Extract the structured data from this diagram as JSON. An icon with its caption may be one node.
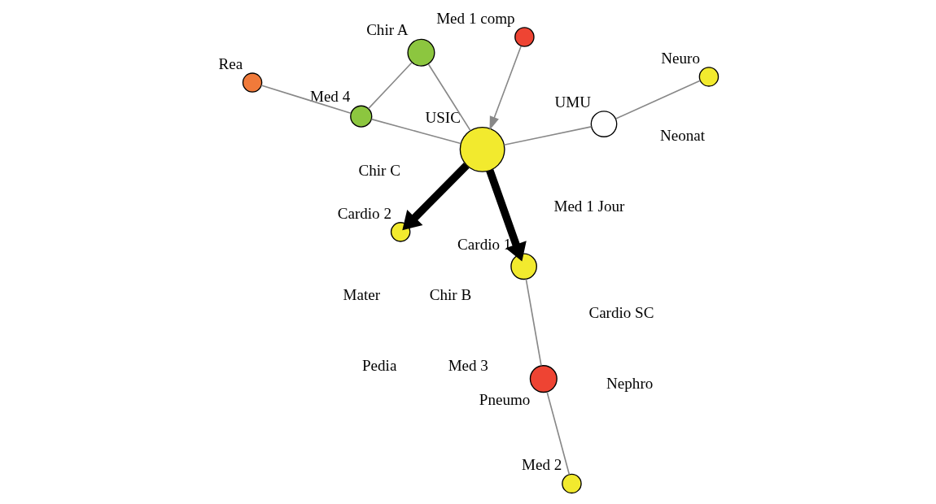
{
  "diagram": {
    "nodes": [
      {
        "text": [],
        "shape": "circle",
        "beside": [
          "USIC"
        ]
      },
      {
        "text": [],
        "shape": "circle",
        "beside": [
          "UMU"
        ]
      },
      {
        "text": [],
        "shape": "circle",
        "beside": [
          "Pneumo"
        ]
      },
      {
        "text": [],
        "shape": "circle",
        "beside": [
          "Chir A"
        ]
      },
      {
        "text": [],
        "shape": "circle",
        "beside": [
          "Med 4"
        ]
      },
      {
        "text": [],
        "shape": "circle",
        "beside": [
          "Med 1 comp"
        ]
      },
      {
        "text": [],
        "shape": "circle",
        "beside": [
          "Rea"
        ]
      },
      {
        "text": [],
        "shape": "circle",
        "beside": [
          "Neuro"
        ]
      },
      {
        "text": [],
        "shape": "circle",
        "beside": [
          "Cardio 2"
        ]
      },
      {
        "text": [],
        "shape": "circle",
        "beside": [
          "Cardio 1"
        ]
      },
      {
        "text": [],
        "shape": "circle",
        "beside": [
          "Med 2"
        ]
      }
    ],
    "edges": [
      {
        "from": 0,
        "to": 1,
        "arrow": "none"
      },
      {
        "from": 0,
        "to": 3,
        "arrow": "none"
      },
      {
        "from": 0,
        "to": 4,
        "arrow": "none"
      },
      {
        "from": 5,
        "to": 0,
        "arrow": "to"
      },
      {
        "from": 0,
        "to": 9,
        "arrow": "to",
        "style": "thick",
        "color": "#000000"
      },
      {
        "from": 0,
        "to": 8,
        "arrow": "to",
        "style": "thick",
        "color": "#000000"
      },
      {
        "from": 1,
        "to": 7,
        "arrow": "none"
      },
      {
        "from": 2,
        "to": 9,
        "arrow": "none"
      },
      {
        "from": 2,
        "to": 10,
        "arrow": "none"
      },
      {
        "from": 3,
        "to": 4,
        "arrow": "none"
      },
      {
        "from": 4,
        "to": 6,
        "arrow": "none"
      }
    ],
    "labels": [
      "Chir B",
      "Chir C",
      "Med 1 Jour",
      "Pedia",
      "Nephro",
      "Neonat",
      "Med 3",
      "Mater",
      "Cardio SC"
    ]
  }
}
